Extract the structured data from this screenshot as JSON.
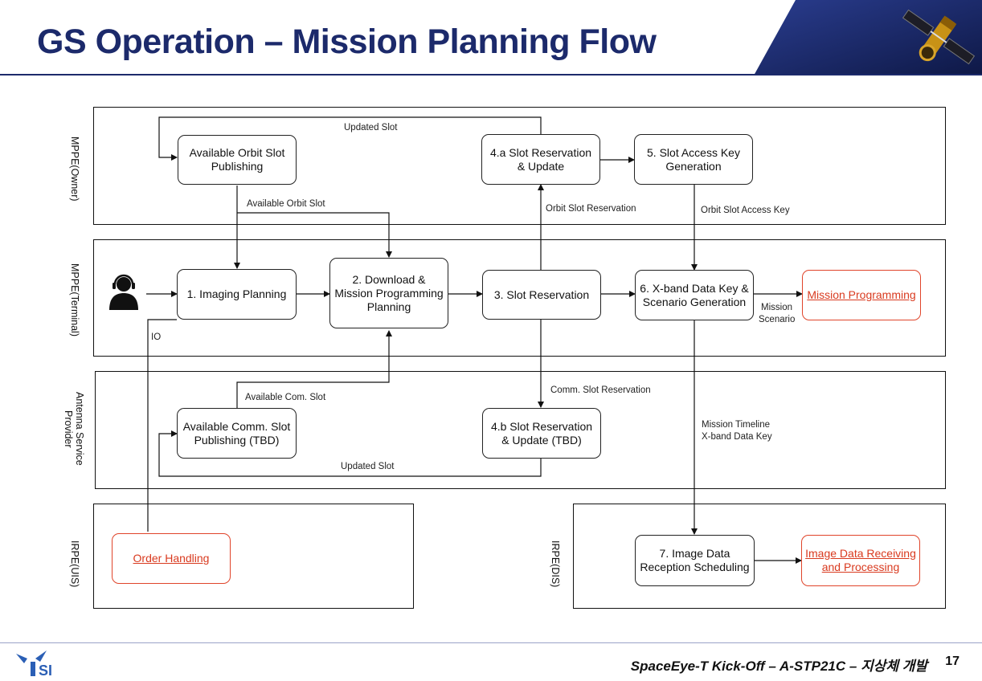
{
  "header": {
    "title": "GS Operation – Mission Planning Flow"
  },
  "lanes": {
    "owner": "MPPE(Owner)",
    "terminal": "MPPE(Terminal)",
    "antenna": "Antenna Service Provider",
    "irpe_uis": "IRPE(UIS)",
    "irpe_dis": "IRPE(DIS)"
  },
  "boxes": {
    "avail_orbit": "Available Orbit Slot Publishing",
    "slot_res_4a": "4.a Slot Reservation & Update",
    "access_key_5": "5. Slot Access Key Generation",
    "imaging_1": "1. Imaging Planning",
    "download_2": "2. Download & Mission Programming Planning",
    "slot_res_3": "3. Slot Reservation",
    "xband_6": "6. X-band Data Key & Scenario Generation",
    "mission_prog": "Mission Programming",
    "avail_comm": "Available Comm. Slot Publishing (TBD)",
    "slot_res_4b": "4.b Slot Reservation & Update (TBD)",
    "order_handling": "Order Handling",
    "image_sched_7": "7. Image Data Reception Scheduling",
    "image_recv": "Image Data Receiving and Processing"
  },
  "labels": {
    "updated_slot_top": "Updated Slot",
    "available_orbit_slot": "Available Orbit Slot",
    "orbit_slot_reservation": "Orbit Slot Reservation",
    "orbit_slot_access_key": "Orbit Slot Access Key",
    "io": "IO",
    "mission_scenario_1": "Mission",
    "mission_scenario_2": "Scenario",
    "available_com_slot": "Available Com. Slot",
    "comm_slot_reservation": "Comm. Slot Reservation",
    "mission_timeline_1": "Mission Timeline",
    "mission_timeline_2": "X-band Data Key",
    "updated_slot_bottom": "Updated Slot"
  },
  "footer": {
    "logo_text": "SI",
    "text": "SpaceEye-T Kick-Off – A-STP21C – 지상체 개발",
    "page": "17"
  },
  "colors": {
    "title": "#1c2a6b",
    "highlight": "#d93a1f",
    "logo": "#2b5fb5"
  },
  "icons": {
    "operator": "headset-user-icon",
    "satellite": "satellite-icon"
  }
}
